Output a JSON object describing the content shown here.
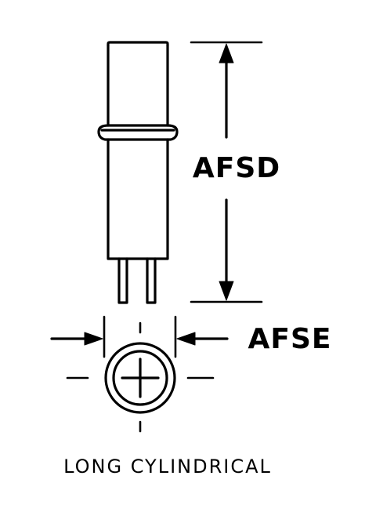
{
  "labels": {
    "height_dimension": "AFSD",
    "diameter_dimension": "AFSE",
    "caption": "LONG CYLINDRICAL"
  }
}
